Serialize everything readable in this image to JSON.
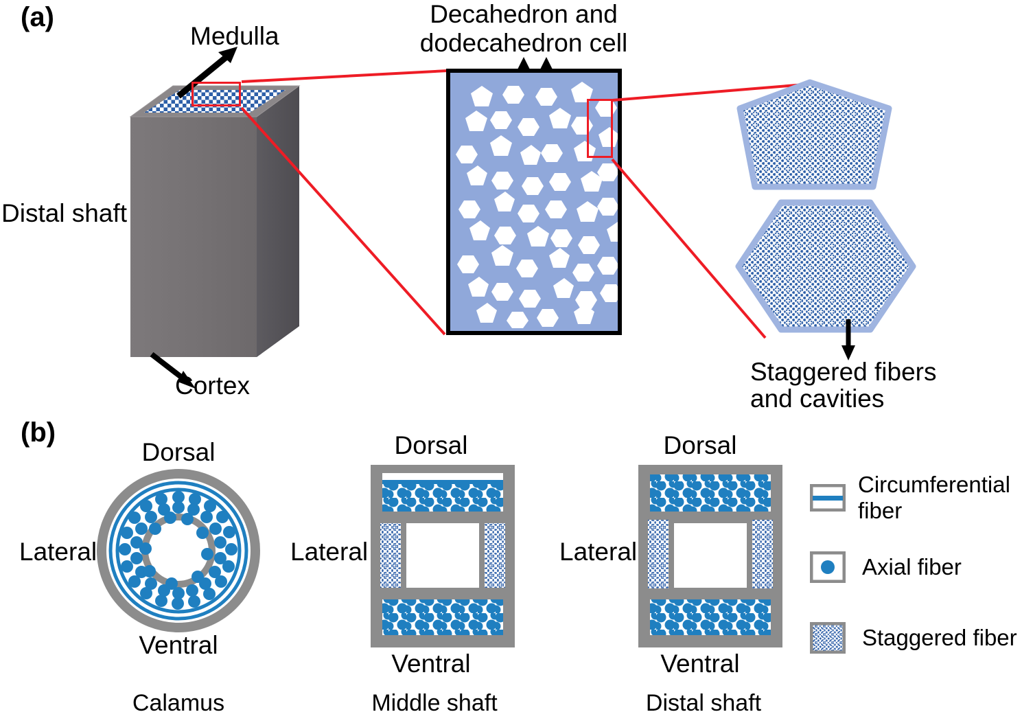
{
  "figure": {
    "panel_a_tag": "(a)",
    "panel_b_tag": "(b)"
  },
  "panel_a": {
    "block": {
      "label_distal_shaft": "Distal shaft",
      "label_medulla": "Medulla",
      "label_cortex": "Cortex",
      "top_face_pattern": "checkered-medulla",
      "colors": {
        "front_face": "#767274",
        "side_face": "#57555a",
        "top_face": "#8b8789",
        "medulla_check": "#2d5fa8"
      }
    },
    "cell_panel": {
      "label": "Decahedron and\ndodecahedron cell",
      "label_line1": "Decahedron and",
      "label_line2": "dodecahedron cell",
      "background_color": "#90a8da",
      "cell_color": "#ffffff",
      "border_color": "#000000",
      "arrow_count": 2
    },
    "zoom_shapes": {
      "label_line1": "Staggered fibers",
      "label_line2": "and cavities",
      "shapes": [
        "pentagon",
        "hexagon"
      ],
      "fill_pattern": "staggered-fiber-crosshatch",
      "outline_color": "#9fb4e0",
      "pattern_color": "#2d5fa8"
    },
    "callout_color": "#ee1c25"
  },
  "panel_b": {
    "sections": [
      {
        "name": "calamus",
        "caption": "Calamus",
        "labels": {
          "top": "Dorsal",
          "left": "Lateral",
          "bottom": "Ventral"
        },
        "features": [
          "outer-cortex-ring",
          "circumferential-fiber-rings",
          "axial-fiber-dots",
          "inner-ring",
          "hollow-core"
        ]
      },
      {
        "name": "middle-shaft",
        "caption": "Middle shaft",
        "labels": {
          "top": "Dorsal",
          "left": "Lateral",
          "bottom": "Ventral"
        },
        "features": [
          "cortex-frame",
          "dorsal-circumferential-fiber",
          "dorsal-axial-fibers",
          "lateral-staggered-fibers",
          "ventral-axial-fibers",
          "hollow-core"
        ]
      },
      {
        "name": "distal-shaft",
        "caption": "Distal shaft",
        "labels": {
          "top": "Dorsal",
          "left": "Lateral",
          "bottom": "Ventral"
        },
        "features": [
          "cortex-frame",
          "dorsal-axial-fibers",
          "lateral-staggered-fibers",
          "ventral-axial-fibers",
          "hollow-core"
        ]
      }
    ],
    "legend": {
      "items": [
        {
          "key": "circumferential-fiber",
          "label_line1": "Circumferential",
          "label_line2": "fiber",
          "swatch": "horizontal-blue-line"
        },
        {
          "key": "axial-fiber",
          "label_line1": "Axial fiber",
          "label_line2": "",
          "swatch": "blue-dot"
        },
        {
          "key": "staggered-fiber",
          "label_line1": "Staggered fiber",
          "label_line2": "",
          "swatch": "crosshatch"
        }
      ]
    },
    "colors": {
      "cortex_gray": "#8c8c8c",
      "fiber_blue": "#1f7fc0",
      "staggered_blue": "#2d5fa8",
      "core_white": "#ffffff"
    }
  }
}
